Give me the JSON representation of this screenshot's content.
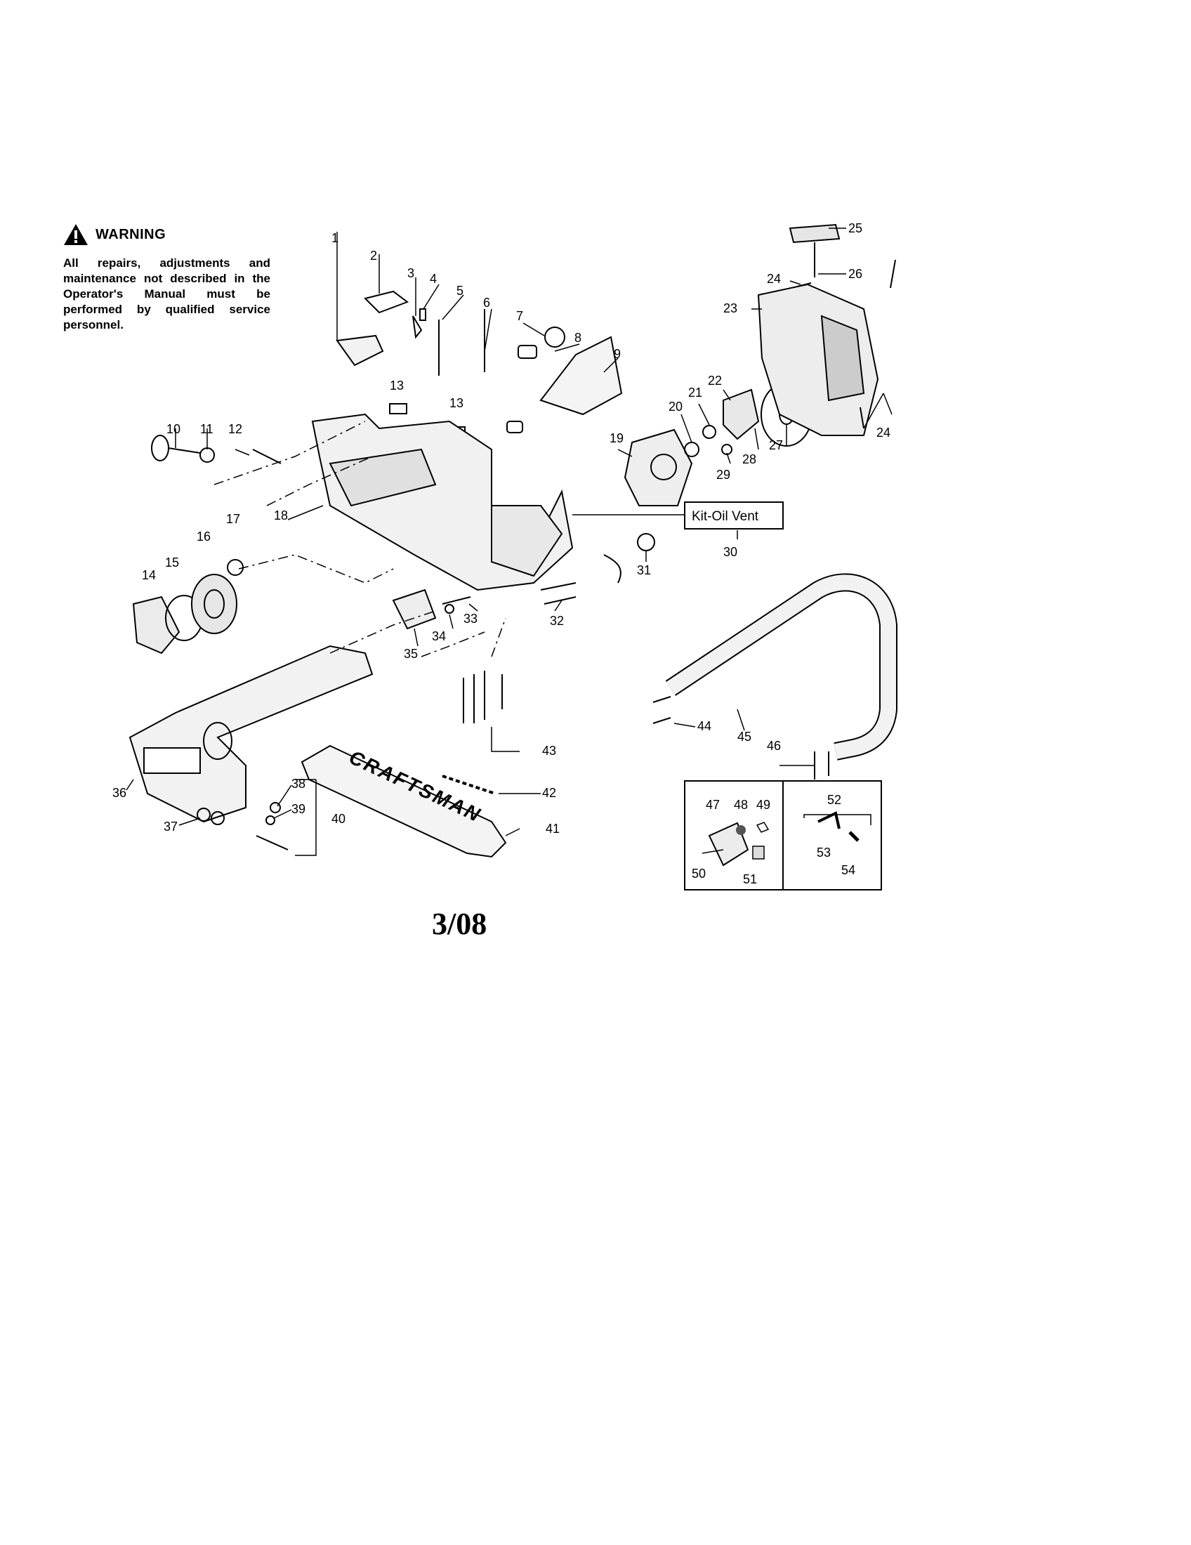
{
  "warning": {
    "title": "WARNING",
    "text": "All repairs, adjustments and maintenance not described in the Operator's Manual must be performed by qualified service personnel."
  },
  "callouts": [
    "1",
    "2",
    "3",
    "4",
    "5",
    "6",
    "7",
    "8",
    "9",
    "10",
    "11",
    "12",
    "13",
    "13",
    "14",
    "15",
    "16",
    "17",
    "18",
    "19",
    "20",
    "21",
    "22",
    "23",
    "24",
    "24",
    "25",
    "26",
    "27",
    "28",
    "29",
    "30",
    "31",
    "32",
    "33",
    "34",
    "35",
    "36",
    "37",
    "38",
    "39",
    "40",
    "41",
    "42",
    "43",
    "44",
    "45",
    "46",
    "47",
    "48",
    "49",
    "50",
    "51",
    "52",
    "53",
    "54"
  ],
  "kit_label": "Kit-Oil Vent",
  "bar_brand": "CRAFTSMAN",
  "date_code": "3/08"
}
